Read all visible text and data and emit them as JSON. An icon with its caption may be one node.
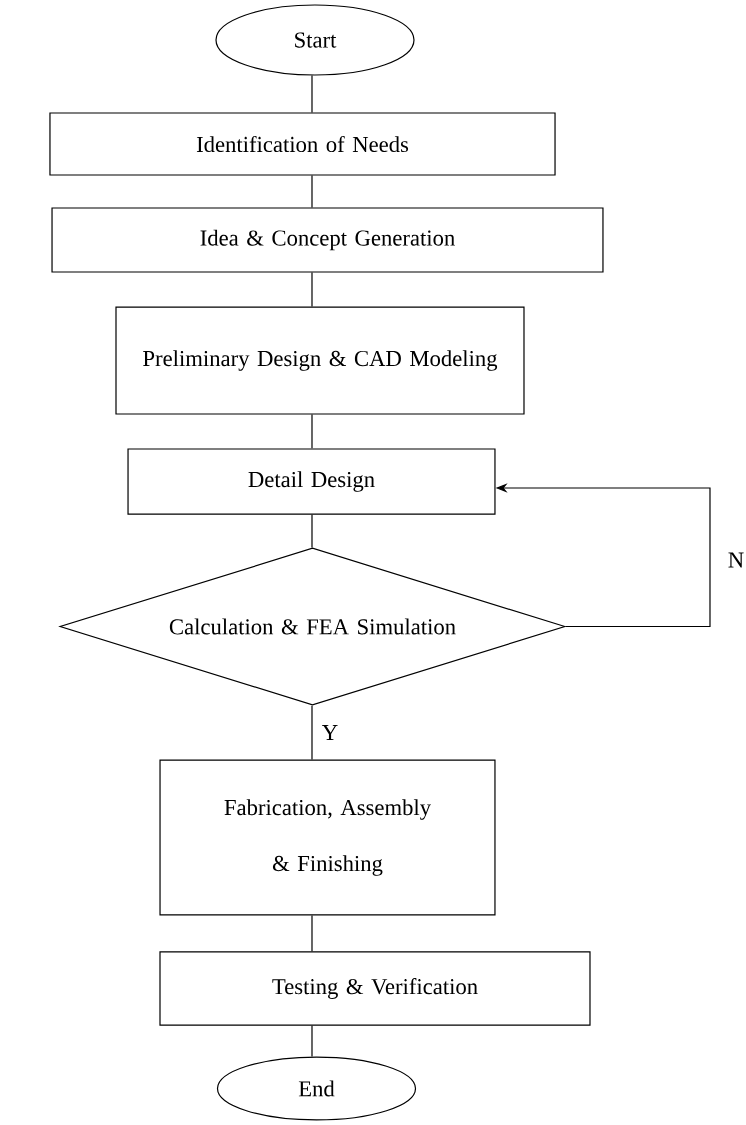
{
  "diagram": {
    "nodes": [
      {
        "text": [
          "Start"
        ]
      },
      {
        "text": [
          "Identification of Needs"
        ]
      },
      {
        "text": [
          "Idea & Concept Generation"
        ]
      },
      {
        "text": [
          "Preliminary Design & CAD Modeling"
        ]
      },
      {
        "text": [
          "Detail Design"
        ]
      },
      {
        "text": [
          "Calculation & FEA Simulation"
        ]
      },
      {
        "text": [
          "Fabrication, Assembly & Finishing"
        ]
      },
      {
        "text": [
          "Testing & Verification"
        ]
      },
      {
        "text": [
          "End"
        ]
      }
    ],
    "edges": [
      {
        "from": 0,
        "to": 1,
        "arrow": "none"
      },
      {
        "from": 1,
        "to": 2,
        "arrow": "none"
      },
      {
        "from": 2,
        "to": 3,
        "arrow": "none"
      },
      {
        "from": 3,
        "to": 4,
        "arrow": "none"
      },
      {
        "from": 4,
        "to": 5,
        "arrow": "none"
      },
      {
        "from": 5,
        "to": 6,
        "arrow": "none",
        "label": "Y"
      },
      {
        "from": 5,
        "to": 4,
        "arrow": "to",
        "label": "N"
      },
      {
        "from": 6,
        "to": 7,
        "arrow": "none"
      },
      {
        "from": 7,
        "to": 8,
        "arrow": "none"
      }
    ]
  }
}
